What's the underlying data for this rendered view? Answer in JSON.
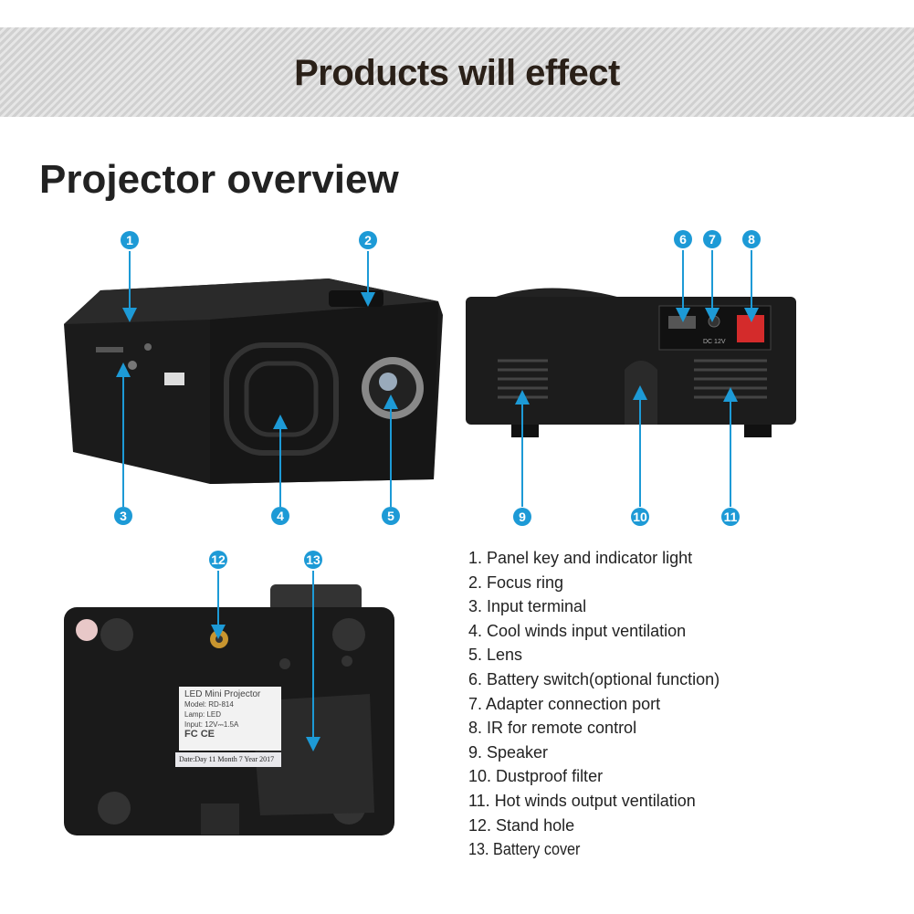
{
  "banner": {
    "title": "Products will effect"
  },
  "heading": "Projector overview",
  "callouts": [
    "1",
    "2",
    "3",
    "4",
    "5",
    "6",
    "7",
    "8",
    "9",
    "10",
    "11",
    "12",
    "13"
  ],
  "features": [
    "1. Panel key and indicator light",
    "2. Focus ring",
    "3. Input terminal",
    "4. Cool winds input ventilation",
    "5. Lens",
    "6. Battery switch(optional function)",
    "7. Adapter connection port",
    "8. IR for remote control",
    "9. Speaker",
    "10. Dustproof filter",
    "11. Hot winds output ventilation",
    "12. Stand hole",
    "13. Battery cover"
  ],
  "device_label": {
    "title": "LED Mini Projector",
    "model": "Model: RD-814",
    "lamp": "Lamp: LED",
    "input": "Input: 12V⎓1.5A",
    "marks": "FC CE",
    "date": "Date:Day 11 Month 7 Year 2017"
  },
  "port_label": "DC 12V"
}
